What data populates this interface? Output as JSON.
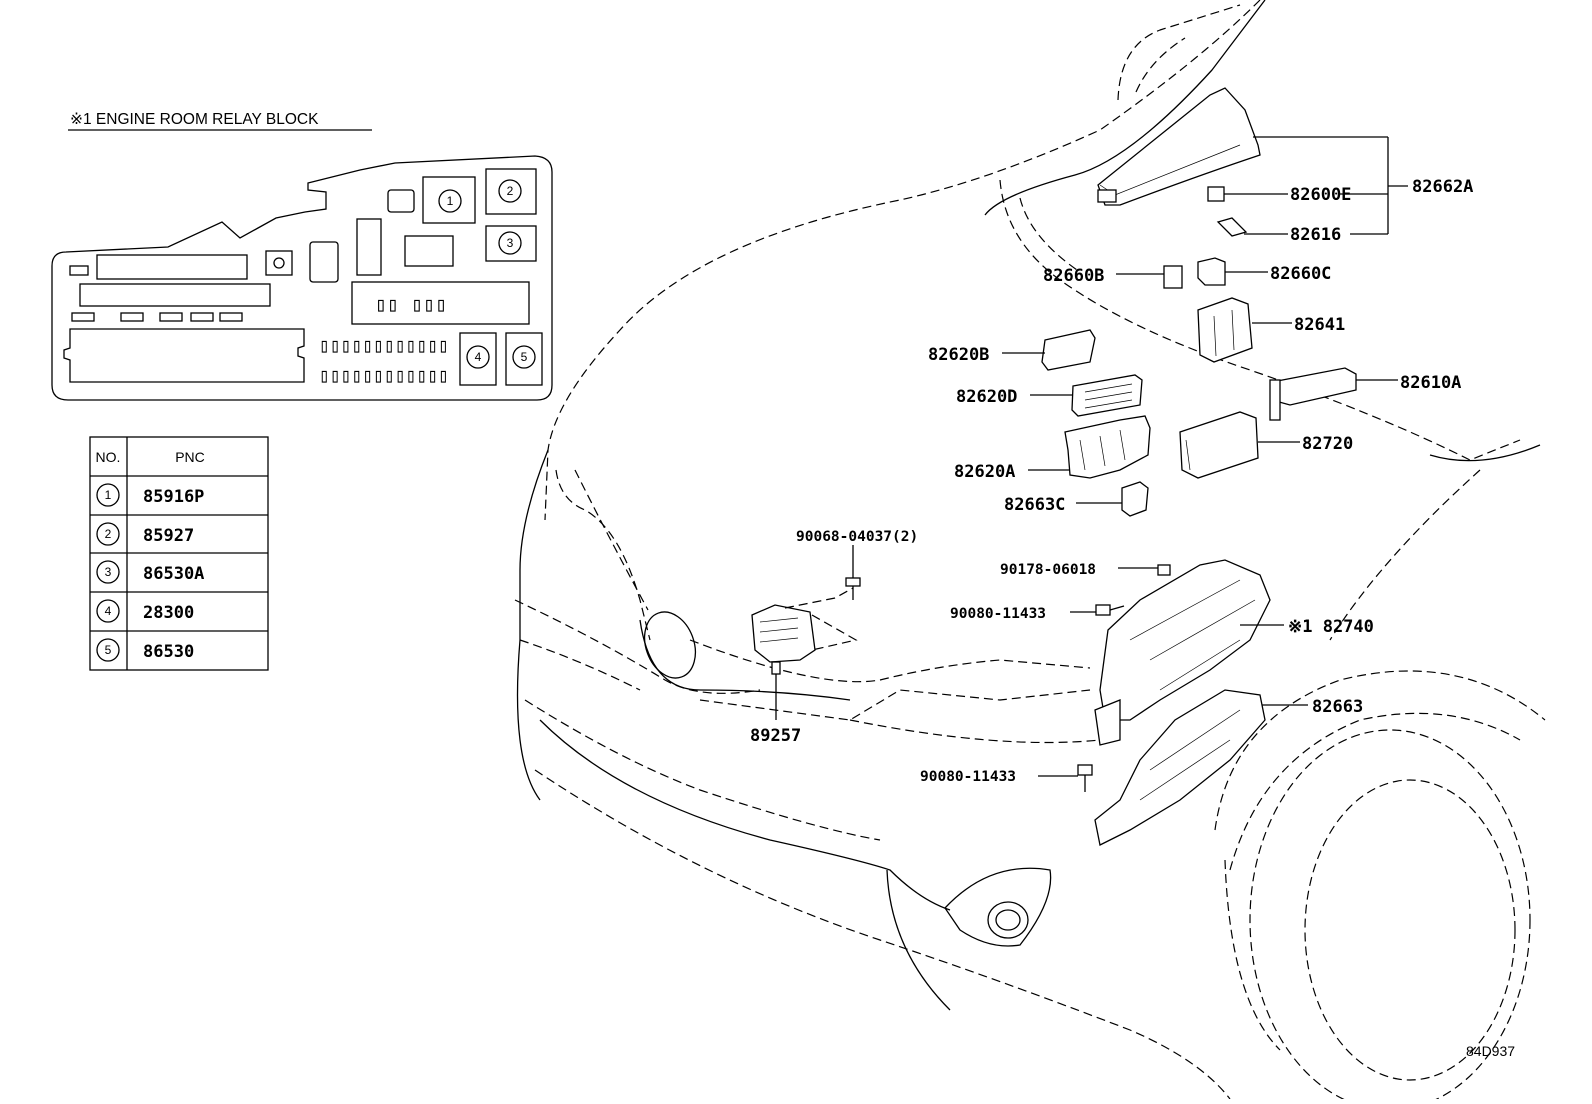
{
  "relay_block": {
    "title": "※1 ENGINE ROOM RELAY BLOCK",
    "fuse_glyphs": "▯▯ ▯▯▯",
    "fuse_row_1": "▯▯▯▯▯▯▯▯▯▯▯▯",
    "fuse_row_2": "▯▯▯▯▯▯▯▯▯▯▯▯",
    "slots": [
      "1",
      "2",
      "3",
      "4",
      "5"
    ]
  },
  "pnc_table": {
    "headers": [
      "NO.",
      "PNC"
    ],
    "rows": [
      {
        "no": "1",
        "pnc": "85916P"
      },
      {
        "no": "2",
        "pnc": "85927"
      },
      {
        "no": "3",
        "pnc": "86530A"
      },
      {
        "no": "4",
        "pnc": "28300"
      },
      {
        "no": "5",
        "pnc": "86530"
      }
    ]
  },
  "callouts": {
    "c82662A": "82662A",
    "c82600E": "82600E",
    "c82616": "82616",
    "c82660B": "82660B",
    "c82660C": "82660C",
    "c82641": "82641",
    "c82620B": "82620B",
    "c82610A": "82610A",
    "c82620D": "82620D",
    "c82720": "82720",
    "c82620A": "82620A",
    "c82663C": "82663C",
    "c90068": "90068-04037(2)",
    "c90178": "90178-06018",
    "c90080a": "90080-11433",
    "c82740": "※1 82740",
    "c82663": "82663",
    "c89257": "89257",
    "c90080b": "90080-11433"
  },
  "diagram_code": "84D937"
}
